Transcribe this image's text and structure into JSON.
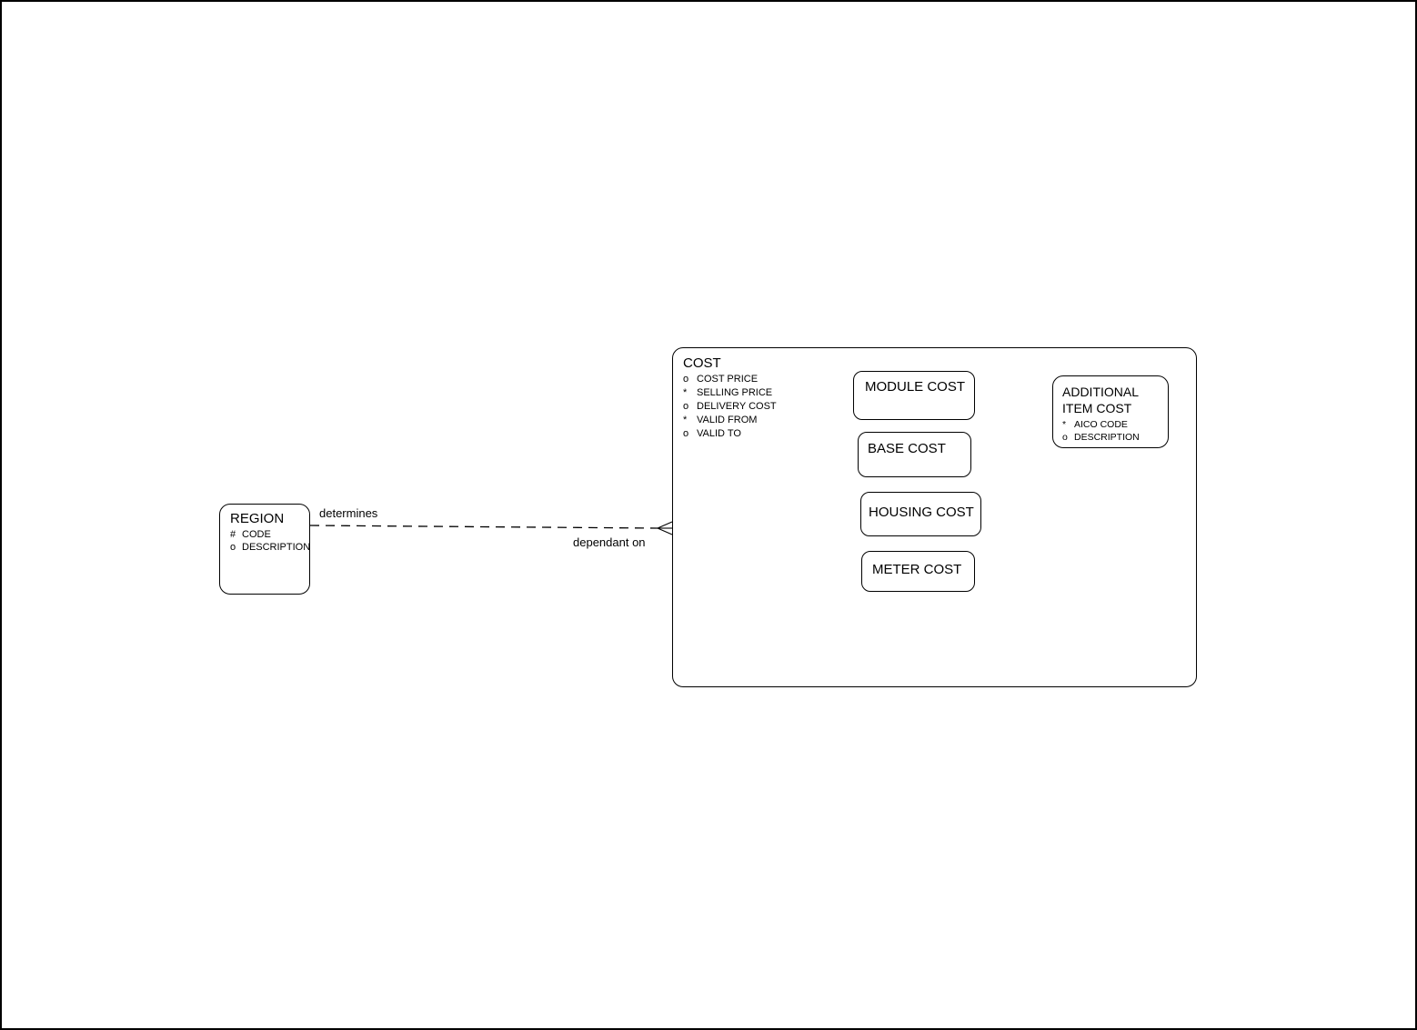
{
  "colors": {
    "line": "#000000",
    "background": "#ffffff"
  },
  "relationship": {
    "name_at_region": "determines",
    "name_at_cost": "dependant on",
    "line_style": "dashed",
    "cardinality_at_cost": "many (crow foot)"
  },
  "region": {
    "title": "REGION",
    "attributes": [
      {
        "prefix": "#",
        "label": "CODE"
      },
      {
        "prefix": "o",
        "label": "DESCRIPTION"
      }
    ]
  },
  "cost": {
    "title": "COST",
    "attributes": [
      {
        "prefix": "o",
        "label": "COST PRICE"
      },
      {
        "prefix": "*",
        "label": "SELLING PRICE"
      },
      {
        "prefix": "o",
        "label": "DELIVERY COST"
      },
      {
        "prefix": "*",
        "label": "VALID FROM"
      },
      {
        "prefix": "o",
        "label": "VALID TO"
      }
    ],
    "subtypes": [
      {
        "title": "MODULE COST"
      },
      {
        "title": "BASE COST"
      },
      {
        "title": "HOUSING COST"
      },
      {
        "title": "METER COST"
      }
    ],
    "additional_item_cost": {
      "title_lines": [
        "ADDITIONAL",
        "ITEM COST"
      ],
      "attributes": [
        {
          "prefix": "*",
          "label": "AICO CODE"
        },
        {
          "prefix": "o",
          "label": "DESCRIPTION"
        }
      ]
    }
  }
}
